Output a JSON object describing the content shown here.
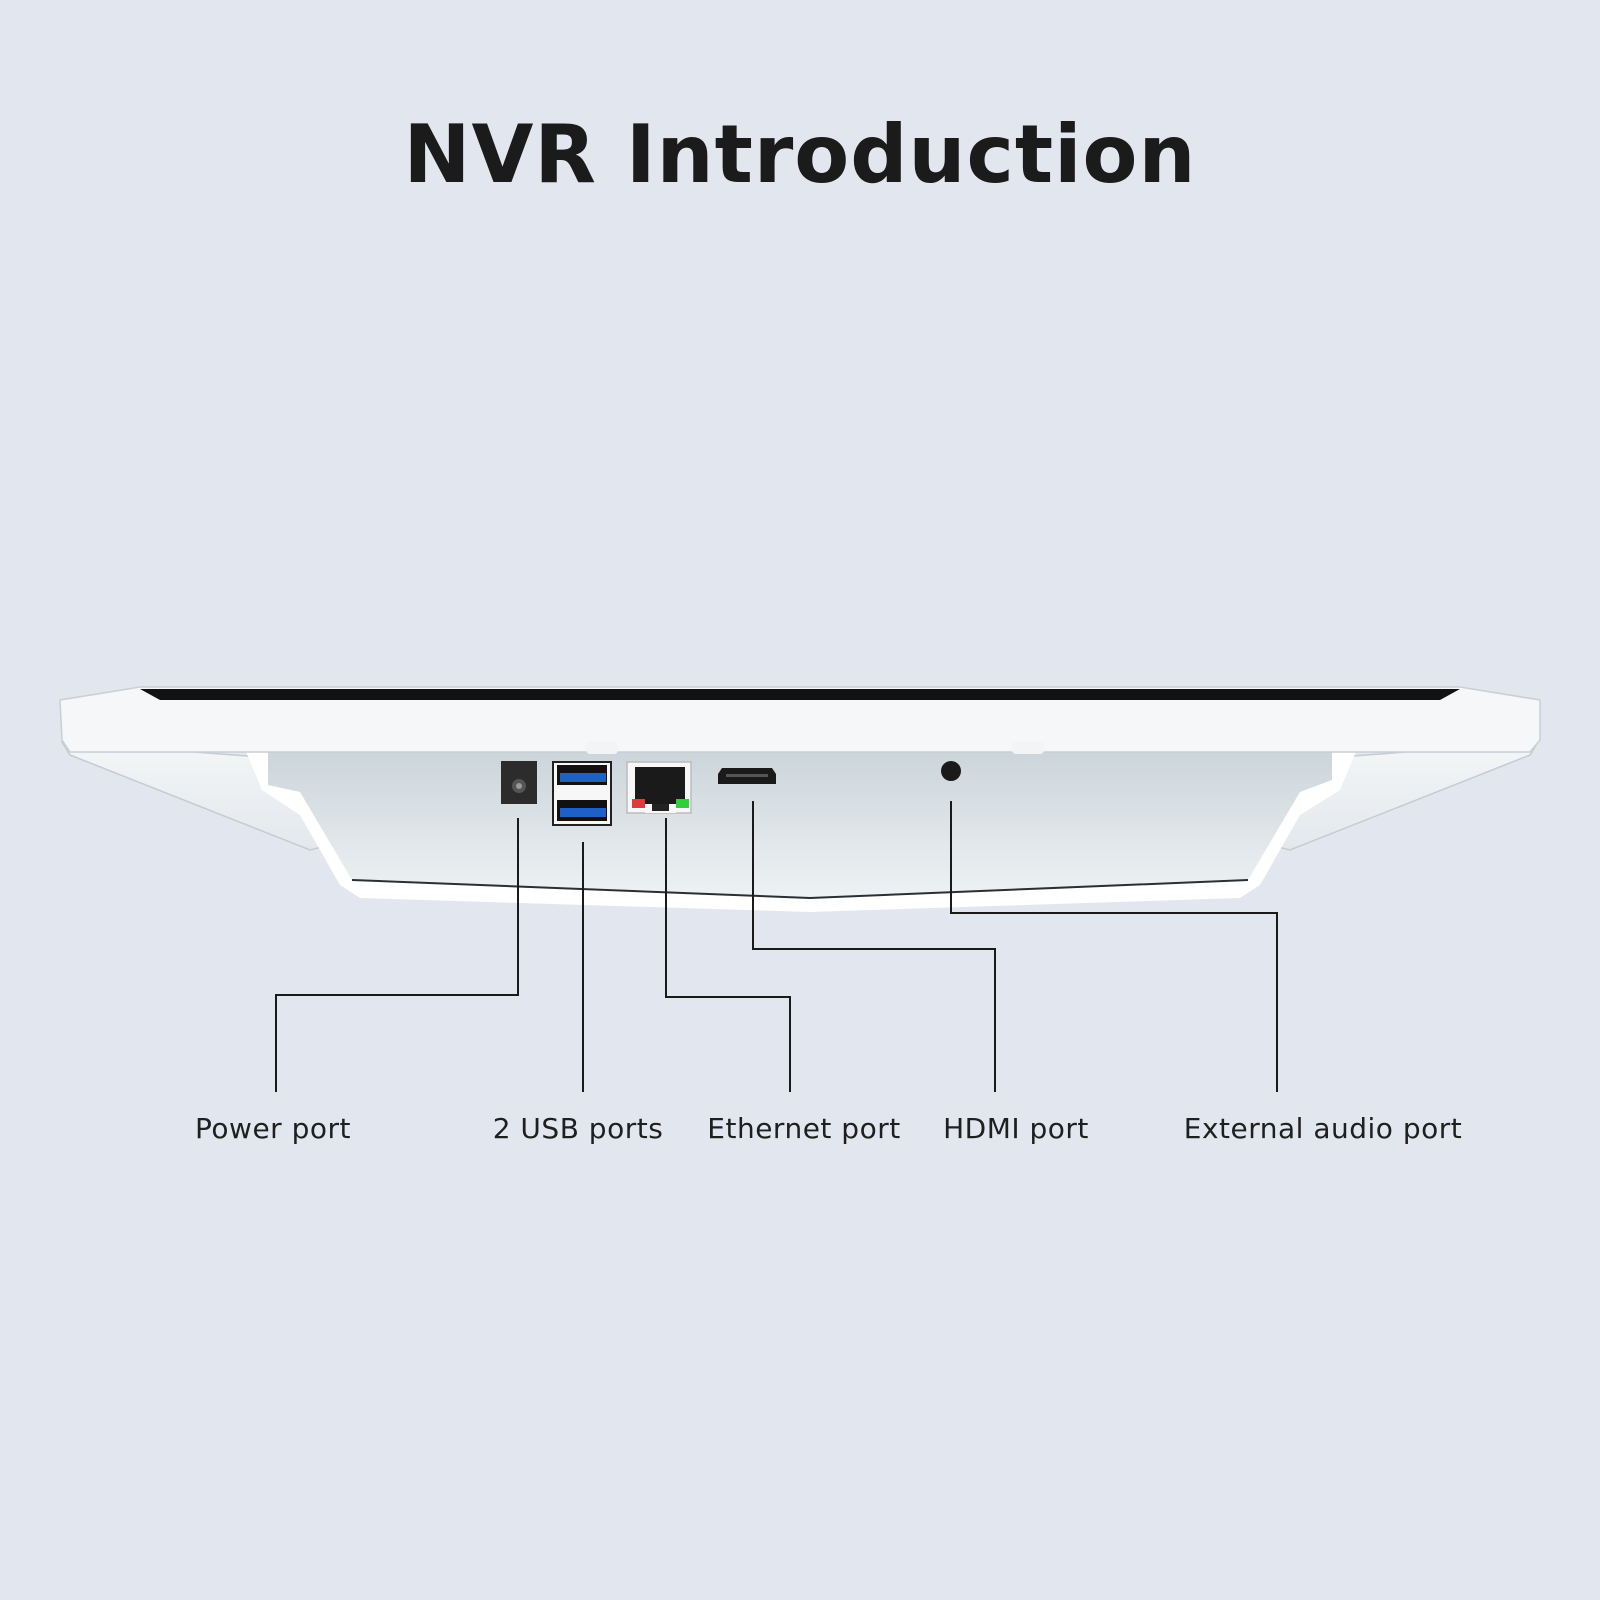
{
  "title": "NVR Introduction",
  "ports": [
    {
      "label": "Power port",
      "icon": "power-port-icon"
    },
    {
      "label": "2 USB ports",
      "icon": "usb-port-icon"
    },
    {
      "label": "Ethernet port",
      "icon": "ethernet-port-icon"
    },
    {
      "label": "HDMI port",
      "icon": "hdmi-port-icon"
    },
    {
      "label": "External audio port",
      "icon": "audio-port-icon"
    }
  ],
  "colors": {
    "background": "#e2e7ef",
    "usb_blue": "#1f5fc8",
    "led_red": "#e03a3a",
    "led_green": "#2fcf3a"
  }
}
